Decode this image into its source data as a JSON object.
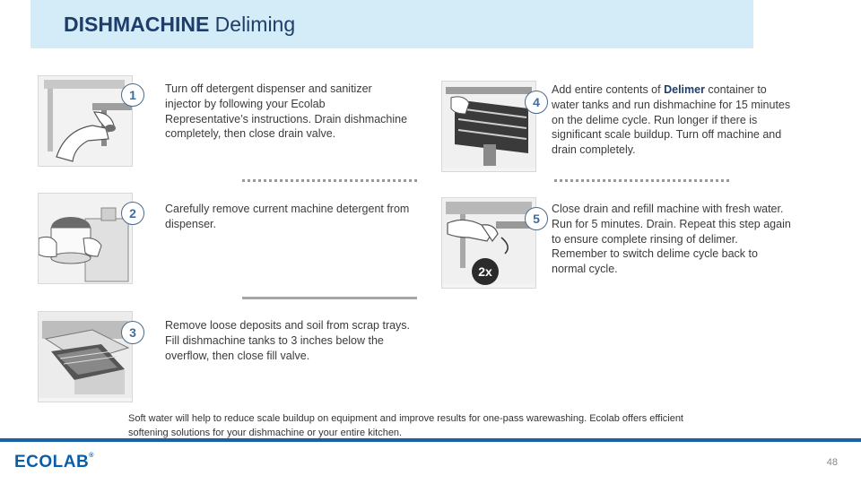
{
  "header": {
    "title_bold": "DISHMACHINE",
    "title_rest": " Deliming"
  },
  "steps": [
    {
      "number": "1",
      "text": "Turn off detergent dispenser and sanitizer injector by following your Ecolab Representative’s instructions. Drain dishmachine completely, then close drain valve."
    },
    {
      "number": "2",
      "text": "Carefully remove current machine detergent from dispenser."
    },
    {
      "number": "3",
      "text": "Remove loose deposits and soil from scrap trays. Fill dishmachine tanks to 3 inches below the overflow, then close fill valve."
    },
    {
      "number": "4",
      "text_before": "Add entire contents of ",
      "text_bold": "Delimer",
      "text_after": " container to water tanks and run dishmachine for 15 minutes on the delime cycle. Run longer if there is significant scale buildup. Turn off machine and drain completely."
    },
    {
      "number": "5",
      "text": "Close drain and refill machine with fresh water. Run for 5 minutes. Drain. Repeat this step again to ensure complete rinsing of delimer. Remember to switch delime cycle back to normal cycle.",
      "badge": "2x"
    }
  ],
  "footnote": "Soft water will help to reduce scale buildup on equipment and improve results for one-pass warewashing. Ecolab offers efficient softening solutions for your dishmachine or your entire kitchen.",
  "footer": {
    "logo": "ECOLAB",
    "logo_mark": "®",
    "page_number": "48"
  },
  "colors": {
    "title_bar": "#d3ecf7",
    "title_text": "#1f3d6b",
    "footer_line": "#1d5fa8",
    "logo": "#0a5ea8"
  }
}
